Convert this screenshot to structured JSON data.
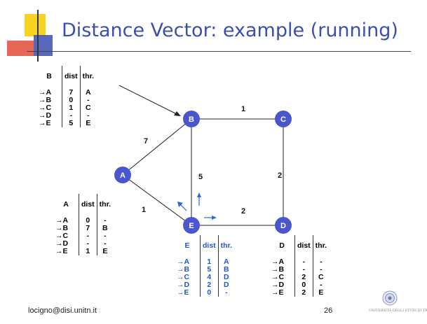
{
  "title": "Distance Vector: example (running)",
  "footer": {
    "email": "locigno@disi.unitn.it",
    "page": "26"
  },
  "logo": {
    "text": "UNIVERSITÀ DEGLI STUDI DI TRENT"
  },
  "colors": {
    "node": "#4a56cc",
    "title": "#3b4fb0",
    "arrow": "#2a6ad6",
    "deco_yellow": "#f7d21e",
    "deco_red": "#e24b3a",
    "deco_blue": "#3b4fb0"
  },
  "graph": {
    "nodes": [
      "A",
      "B",
      "C",
      "D",
      "E"
    ],
    "links": [
      {
        "from": "A",
        "to": "B",
        "cost": "7"
      },
      {
        "from": "B",
        "to": "C",
        "cost": "1"
      },
      {
        "from": "B",
        "to": "E",
        "cost": "5"
      },
      {
        "from": "C",
        "to": "D",
        "cost": "2"
      },
      {
        "from": "A",
        "to": "E",
        "cost": "1"
      },
      {
        "from": "E",
        "to": "D",
        "cost": "2"
      }
    ]
  },
  "tables": {
    "B": {
      "headers": [
        "B",
        "dist",
        "thr."
      ],
      "rows": [
        [
          "→A",
          "7",
          "A"
        ],
        [
          "→B",
          "0",
          "-"
        ],
        [
          "→C",
          "1",
          "C"
        ],
        [
          "→D",
          "-",
          "-"
        ],
        [
          "→E",
          "5",
          "E"
        ]
      ]
    },
    "A": {
      "headers": [
        "A",
        "dist",
        "thr."
      ],
      "rows": [
        [
          "→A",
          "0",
          "-"
        ],
        [
          "→B",
          "7",
          "B"
        ],
        [
          "→C",
          "-",
          "-"
        ],
        [
          "→D",
          "-",
          "-"
        ],
        [
          "→E",
          "1",
          "E"
        ]
      ]
    },
    "E": {
      "headers": [
        "E",
        "dist",
        "thr."
      ],
      "rows": [
        [
          "→A",
          "1",
          "A"
        ],
        [
          "→B",
          "5",
          "B"
        ],
        [
          "→C",
          "4",
          "D"
        ],
        [
          "→D",
          "2",
          "D"
        ],
        [
          "→E",
          "0",
          "-"
        ]
      ]
    },
    "D": {
      "headers": [
        "D",
        "dist",
        "thr."
      ],
      "rows": [
        [
          "→A",
          "-",
          "-"
        ],
        [
          "→B",
          "-",
          "-"
        ],
        [
          "→C",
          "2",
          "C"
        ],
        [
          "→D",
          "0",
          "-"
        ],
        [
          "→E",
          "2",
          "E"
        ]
      ]
    }
  }
}
